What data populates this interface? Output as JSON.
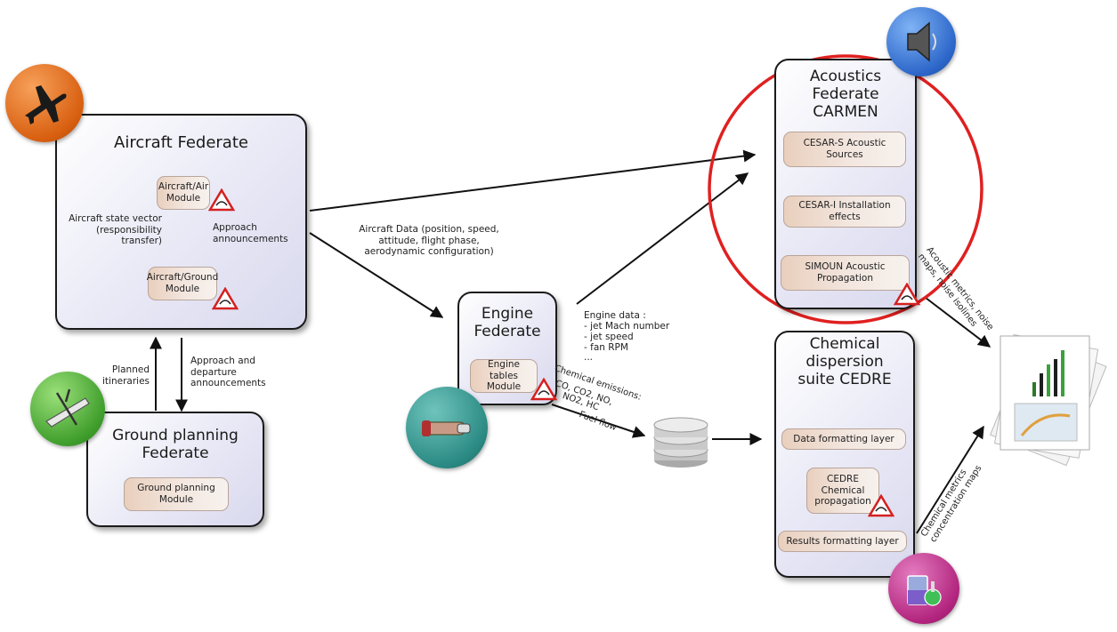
{
  "aircraft_federate": {
    "title": "Aircraft Federate",
    "module_air": "Aircraft/Air Module",
    "module_ground": "Aircraft/Ground Module",
    "state_vector_label": "Aircraft state vector (responsibility transfer)",
    "approach_label": "Approach announcements",
    "icon": "airplane-icon",
    "icon_color": "#e8701c"
  },
  "ground_federate": {
    "title": "Ground planning Federate",
    "module": "Ground planning Module",
    "planned_label": "Planned itineraries",
    "departure_label": "Approach and departure announcements",
    "icon": "airport-icon",
    "icon_color": "#4aa83a"
  },
  "engine_federate": {
    "title": "Engine Federate",
    "module": "Engine tables Module",
    "icon": "engine-icon",
    "icon_color": "#2f8f88"
  },
  "acoustics_federate": {
    "title": "Acoustics Federate CARMEN",
    "module_sources": "CESAR-S Acoustic Sources",
    "module_install": "CESAR-I Installation effects",
    "module_prop": "SIMOUN Acoustic Propagation",
    "icon": "speaker-icon",
    "icon_color": "#2c66c9",
    "highlight_color": "#e02020"
  },
  "chemical_suite": {
    "title": "Chemical dispersion suite CEDRE",
    "module_data": "Data formatting layer",
    "module_cedre": "CEDRE Chemical propagation",
    "module_results": "Results formatting layer",
    "icon": "chemistry-icon",
    "icon_color": "#b2257e"
  },
  "flows": {
    "aircraft_data": "Aircraft Data (position, speed, attitude, flight phase, aerodynamic configuration)",
    "engine_data_title": "Engine data :",
    "engine_data_items": [
      "- jet Mach number",
      "- jet speed",
      "- fan RPM",
      "..."
    ],
    "chemical_emissions": "Chemical emissions:",
    "species_1": "CO, CO2, NO,",
    "species_2": "NO2, HC",
    "fuel_flow": "Fuel flow",
    "acoustic_metrics": "Acoustic metrics, noise maps, noise isolines",
    "chemical_metrics": "Chemical metrics concentration maps"
  },
  "colors": {
    "warning": "#d42020",
    "module_fill": "#e9cfbd",
    "federate_fill": "#e6e6f5"
  }
}
